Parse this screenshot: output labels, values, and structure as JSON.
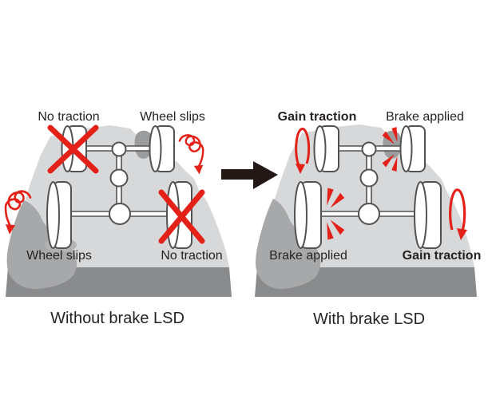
{
  "left_panel": {
    "caption": "Without brake LSD",
    "labels": {
      "front_left": "No traction",
      "front_right": "Wheel slips",
      "rear_left": "Wheel slips",
      "rear_right": "No traction"
    }
  },
  "right_panel": {
    "caption": "With brake LSD",
    "labels": {
      "front_left": "Gain traction",
      "front_right": "Brake applied",
      "rear_left": "Brake applied",
      "rear_right": "Gain traction"
    }
  },
  "icons": {
    "red_x": "no-traction-x-icon",
    "spin_spiral": "wheel-spin-spiral-icon",
    "rotation_arrow": "wheel-rotation-arrow-icon",
    "brake_flash": "brake-flash-icon",
    "transition_arrow": "right-arrow-icon"
  },
  "colors": {
    "accent_red": "#e32119",
    "terrain_light": "#d7d8d9",
    "terrain_medium": "#a7a8aa",
    "terrain_dark": "#8a8b8c",
    "shadow_gray": "#9b9c9d",
    "outline_gray": "#525252",
    "text": "#262322",
    "arrow_black": "#231815",
    "background": "#ffffff"
  }
}
